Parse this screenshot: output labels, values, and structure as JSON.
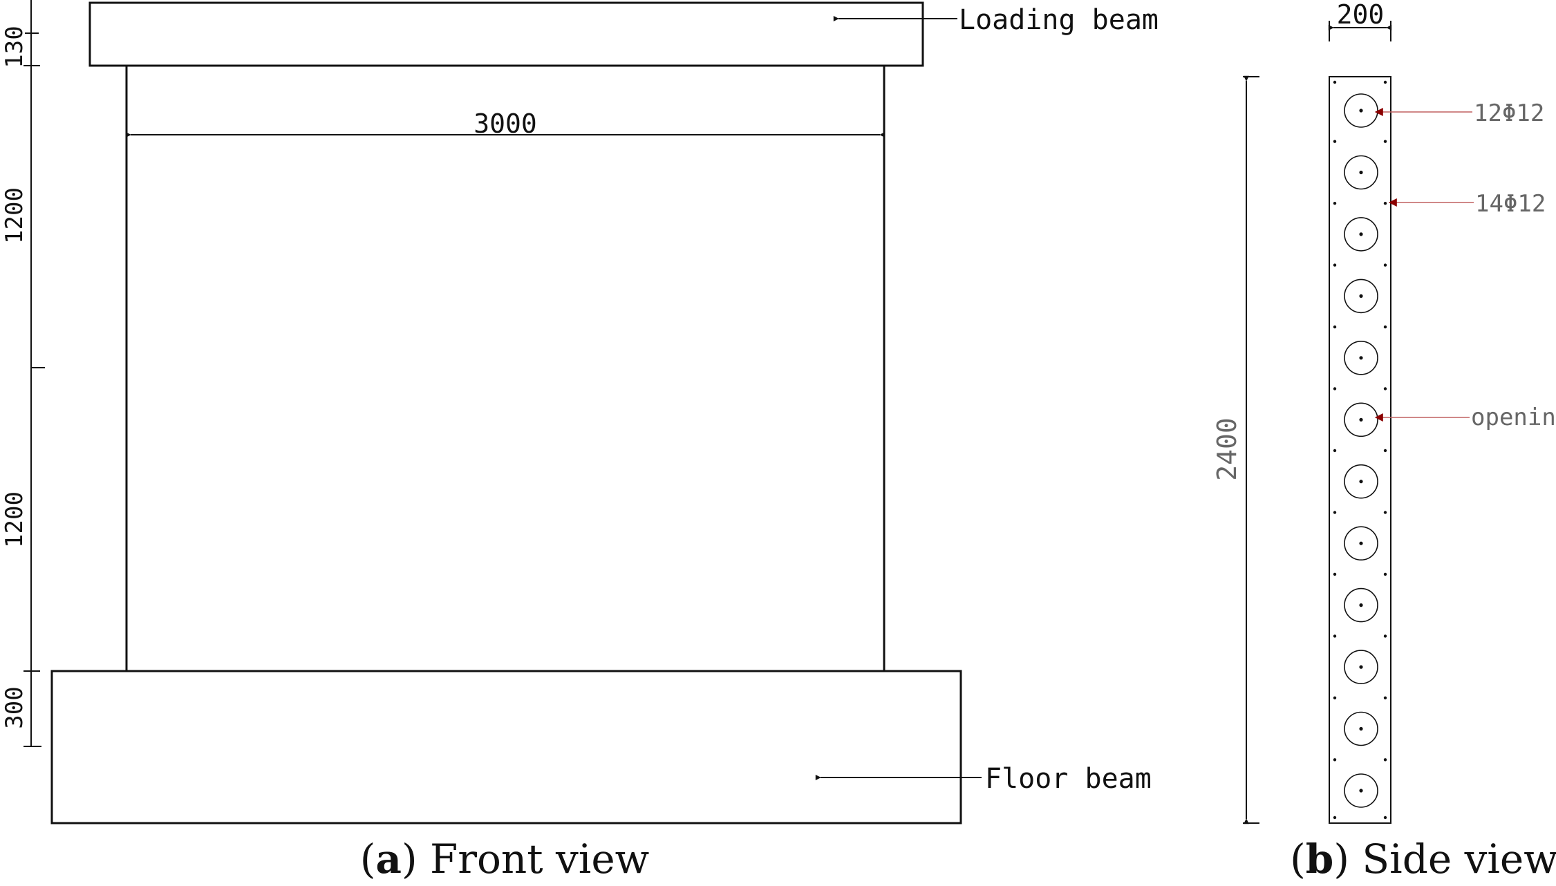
{
  "front_view": {
    "labels": {
      "loading_beam": "Loading beam",
      "floor_beam": "Floor beam"
    },
    "dimensions": {
      "wall_width": "3000",
      "loading_beam_height": "130",
      "upper_half_height": "1200",
      "lower_half_height": "1200",
      "floor_beam_height": "300"
    },
    "caption": {
      "letter": "a",
      "text": "Front view"
    }
  },
  "side_view": {
    "dimensions": {
      "thickness": "200",
      "height": "2400"
    },
    "callouts": {
      "longitudinal_rebar": "12Φ12",
      "edge_rebar": "14Φ12",
      "opening": "opening"
    },
    "opening_count": 12,
    "caption": {
      "letter": "b",
      "text": "Side view"
    }
  },
  "colors": {
    "line": "#111111",
    "callout_arrow": "#8b0000",
    "callout_line": "#c06060",
    "callout_text": "#666666"
  }
}
